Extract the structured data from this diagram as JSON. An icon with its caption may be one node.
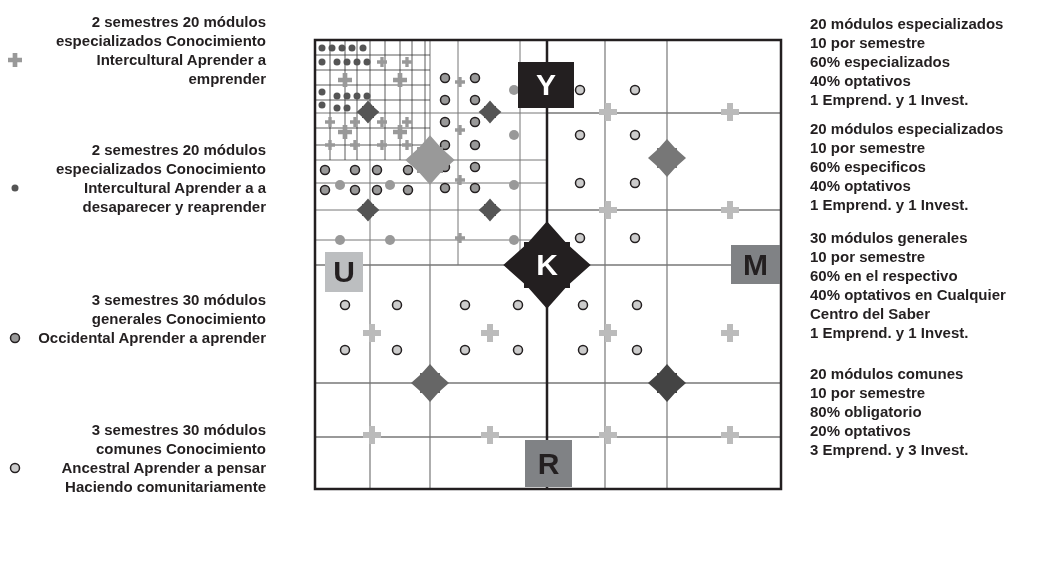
{
  "diagram": {
    "nodes": [
      {
        "text": [
          "Y"
        ]
      },
      {
        "text": [
          "K"
        ]
      },
      {
        "text": [
          "U"
        ]
      },
      {
        "text": [
          "M"
        ]
      },
      {
        "text": [
          "R"
        ]
      }
    ],
    "labels": [
      "20 módulos especializados",
      "10 por semestre",
      "60% especializados",
      "40% optativos",
      "1 Emprend. y 1 Invest.",
      "20 módulos especializados",
      "10 por semestre",
      "60% especificos",
      "40% optativos",
      "1 Emprend. y 1 Invest.",
      "30 módulos generales",
      "10 por semestre",
      "60% en el respectivo",
      "40% optativos en Cualquier Centro del Saber",
      "1 Emprend. y 1 Invest.",
      "20 módulos comunes",
      "10 por semestre",
      "80% obligatorio",
      "20% optativos",
      "3 Emprend. y 3 Invest."
    ],
    "legend": [
      {
        "text": "2 semestres 20 módulos especializados Conocimiento Intercultural Aprender a emprender"
      },
      {
        "text": "2 semestres 20 módulos especializados Conocimiento Intercultural Aprender a a desaparecer y reaprender"
      },
      {
        "text": "3 semestres 30 módulos generales Conocimiento Occidental Aprender a aprender"
      },
      {
        "text": "3 semestres 30 módulos comunes Conocimiento Ancestral Aprender a pensar Haciendo comunitariamente"
      }
    ]
  }
}
